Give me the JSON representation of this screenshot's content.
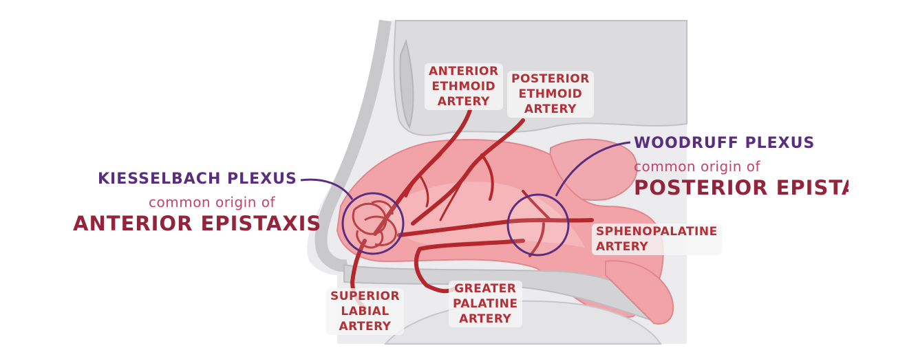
{
  "labels": {
    "anterior_ethmoid": [
      "ANTERIOR",
      "ETHMOID",
      "ARTERY"
    ],
    "posterior_ethmoid": [
      "POSTERIOR",
      "ETHMOID",
      "ARTERY"
    ],
    "superior_labial": [
      "SUPERIOR",
      "LABIAL",
      "ARTERY"
    ],
    "greater_palatine": [
      "GREATER",
      "PALATINE",
      "ARTERY"
    ],
    "sphenopalatine": [
      "SPHENOPALATINE",
      "ARTERY"
    ]
  },
  "kiesselbach": {
    "title": "KIESSELBACH PLEXUS",
    "subtitle": "common origin of",
    "emphasis": "ANTERIOR EPISTAXIS"
  },
  "woodruff": {
    "title": "WOODRUFF PLEXUS",
    "subtitle": "common origin of",
    "emphasis": "POSTERIOR EPISTAXIS"
  },
  "colors": {
    "artery": "#b3272d",
    "mucosa": "#f2a3a8",
    "bone": "#d6d6d8",
    "plexus_ring": "#5a2d7f",
    "label_text": "#b52f36"
  }
}
